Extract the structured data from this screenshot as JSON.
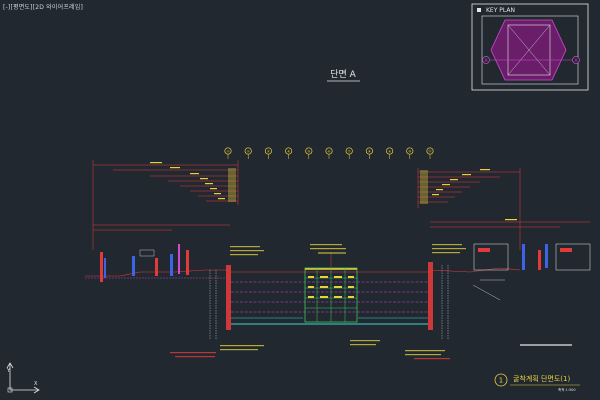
{
  "viewport": {
    "label": "[-][평면도][2D 와이어프레임]"
  },
  "drawing": {
    "section_title": "단면 A",
    "key_plan": {
      "title": "KEY PLAN",
      "markers": [
        "A",
        "A"
      ]
    },
    "grid_markers": [
      "①",
      "②",
      "③",
      "④",
      "⑤",
      "⑥",
      "⑦",
      "⑧",
      "⑨",
      "⑩",
      "⑪"
    ],
    "title_block": {
      "number": "1",
      "title": "굴착계획 단면도(1)",
      "scale": "축척 1:500"
    }
  },
  "colors": {
    "background": "#212830",
    "red": "#e23a3a",
    "yellow": "#e8d23c",
    "green": "#3fc45b",
    "cyan": "#3fd3d3",
    "blue": "#3d63e6",
    "magenta": "#d04bd0",
    "white": "#e6e6e6"
  },
  "icons": {
    "ucs": "ucs-axes-icon",
    "marker": "grid-marker-icon"
  }
}
